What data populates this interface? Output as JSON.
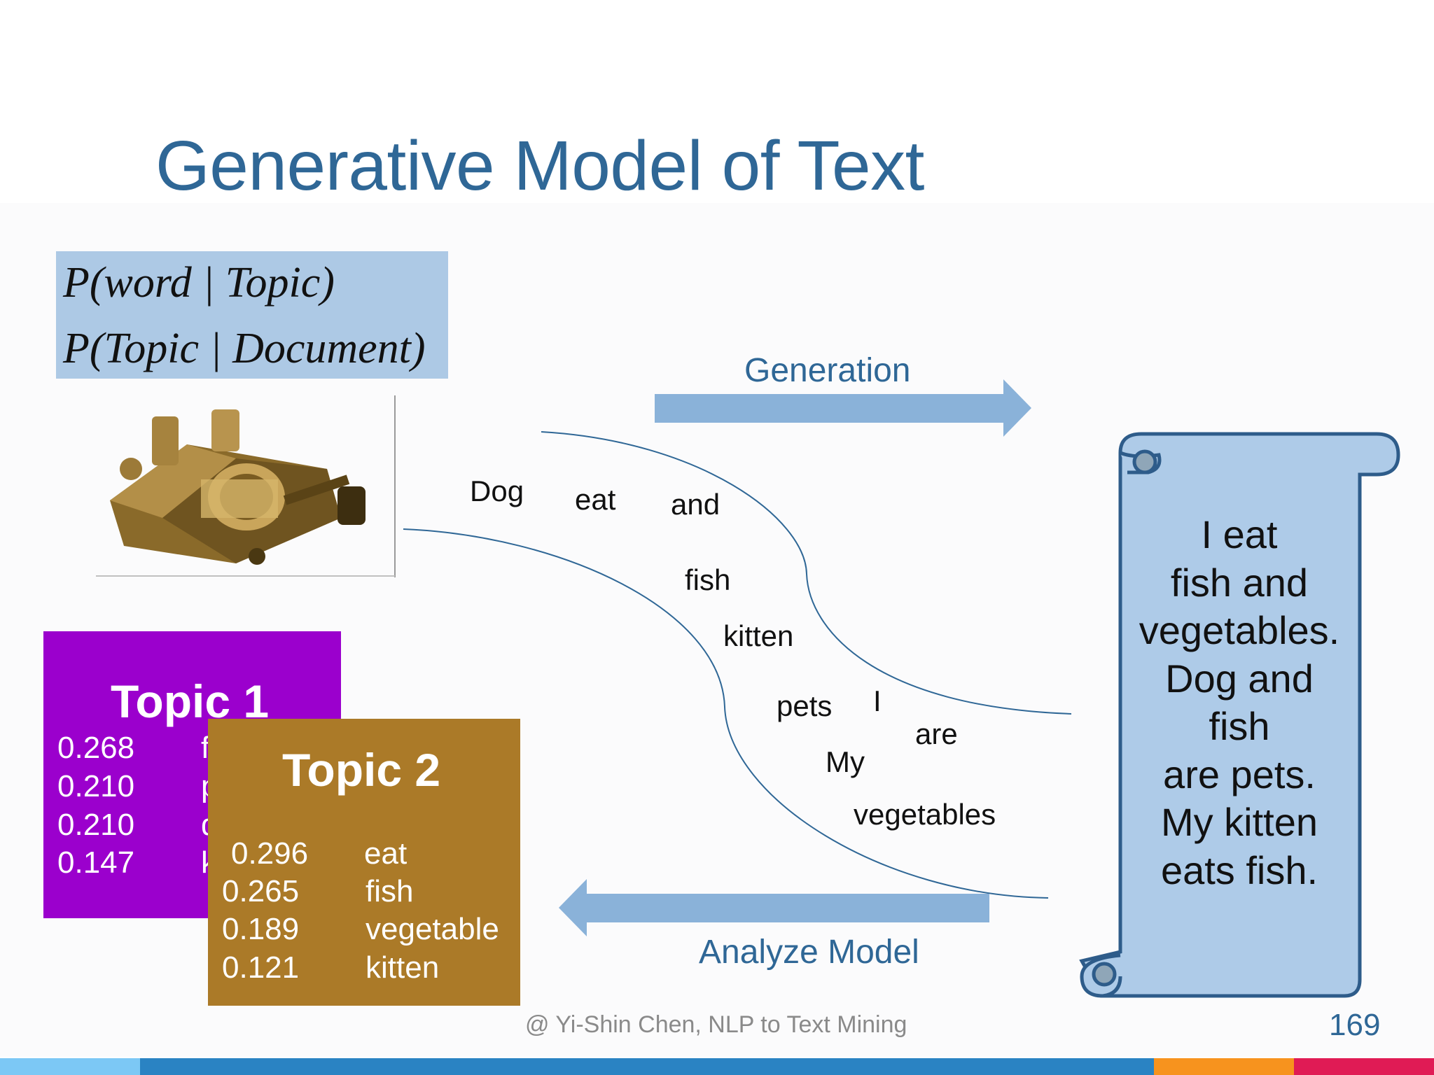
{
  "slide": {
    "title": "Generative Model of Text",
    "formula": {
      "line1": "P(word | Topic)",
      "line2": "P(Topic | Document)"
    },
    "image": {
      "description_icon": "music-box-icon"
    },
    "arrow_generation_label": "Generation",
    "arrow_analyze_label": "Analyze Model",
    "words": [
      "Dog",
      "eat",
      "and",
      "fish",
      "kitten",
      "pets",
      "I",
      "are",
      "My",
      "vegetables"
    ],
    "scroll_lines": [
      "I eat",
      "fish and",
      "vegetables.",
      "Dog and",
      "fish",
      "are pets.",
      "My kitten",
      "eats fish."
    ],
    "topic1": {
      "title": "Topic 1",
      "rows": [
        {
          "prob": "0.268",
          "word": "f"
        },
        {
          "prob": "0.210",
          "word": "p"
        },
        {
          "prob": "0.210",
          "word": "d"
        },
        {
          "prob": "0.147",
          "word": "k"
        }
      ]
    },
    "topic2": {
      "title": "Topic 2",
      "rows": [
        {
          "prob": "0.296",
          "word": "eat"
        },
        {
          "prob": "0.265",
          "word": "fish"
        },
        {
          "prob": "0.189",
          "word": "vegetable"
        },
        {
          "prob": "0.121",
          "word": "kitten"
        }
      ]
    },
    "footer": "@ Yi-Shin Chen, NLP to Text Mining",
    "page_number": "169",
    "colors": {
      "title": "#2f6796",
      "formula_bg": "#adc9e5",
      "arrow": "#8ab2d9",
      "scroll_fill": "#aecbe8",
      "scroll_stroke": "#2e5c8a",
      "topic1_bg": "#9b00cd",
      "topic2_bg": "#ab7a28",
      "bar_colors": [
        "#7cc8f5",
        "#2a83c3",
        "#f7931e",
        "#e01b55"
      ]
    }
  }
}
